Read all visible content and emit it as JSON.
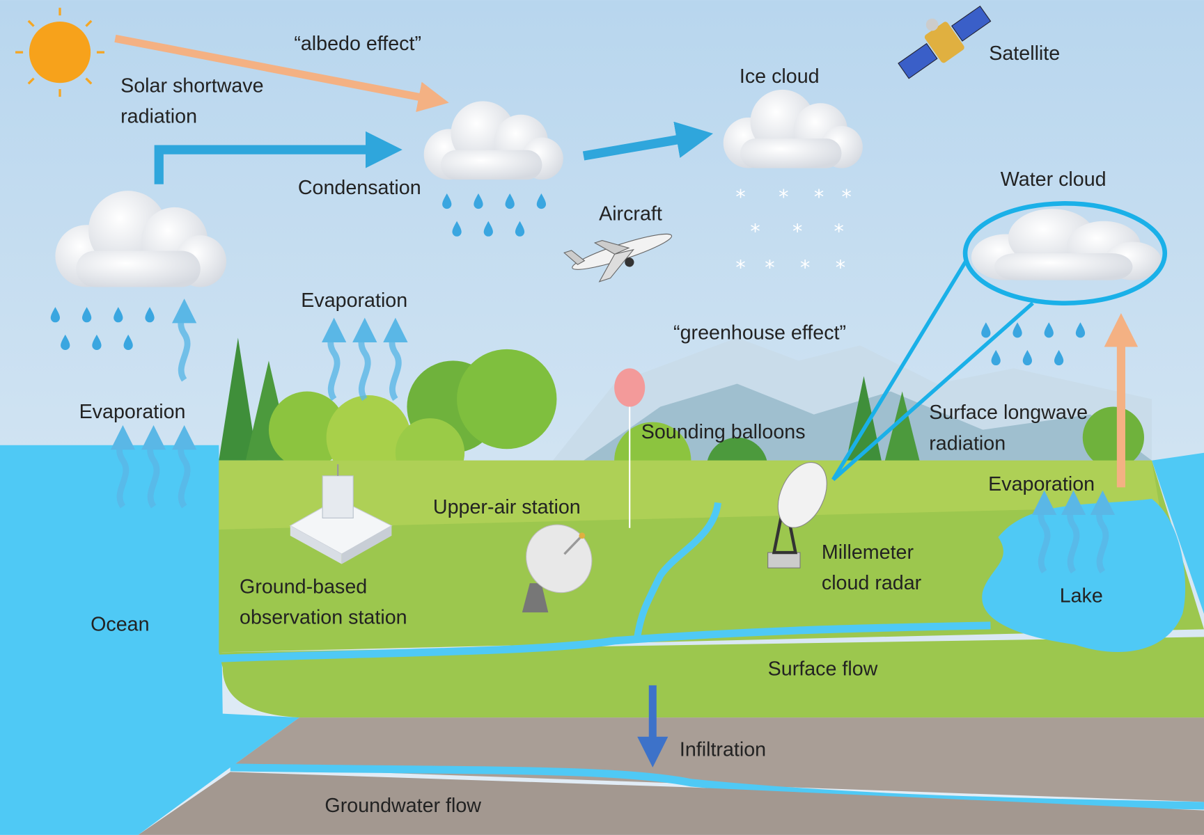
{
  "labels": {
    "albedo": "“albedo effect”",
    "solar_1": "Solar shortwave",
    "solar_2": "radiation",
    "ice_cloud": "Ice cloud",
    "satellite": "Satellite",
    "condensation": "Condensation",
    "water_cloud": "Water cloud",
    "aircraft": "Aircraft",
    "evaporation_forest": "Evaporation",
    "greenhouse": "“greenhouse effect”",
    "evaporation_ocean": "Evaporation",
    "longwave_1": "Surface longwave",
    "longwave_2": "radiation",
    "sounding": "Sounding balloons",
    "evaporation_lake": "Evaporation",
    "upper_air": "Upper-air station",
    "radar_1": "Millemeter",
    "radar_2": "cloud radar",
    "ground_1": "Ground-based",
    "ground_2": "observation station",
    "ocean": "Ocean",
    "lake": "Lake",
    "surface_flow": "Surface flow",
    "infiltration": "Infiltration",
    "groundwater": "Groundwater flow"
  },
  "icons": [
    "sun-icon",
    "satellite-icon",
    "airplane-icon",
    "balloon-icon",
    "radar-dish-icon",
    "observation-station-icon",
    "cloud-icon",
    "raindrop-icon",
    "snowflake-icon"
  ],
  "colors": {
    "water": "#4fc9f5",
    "grass": "#9cc74e",
    "soil": "#a99e96",
    "arrow_blue": "#2fa6dc",
    "arrow_orange": "#f4b183",
    "infiltration": "#3d72c9"
  }
}
